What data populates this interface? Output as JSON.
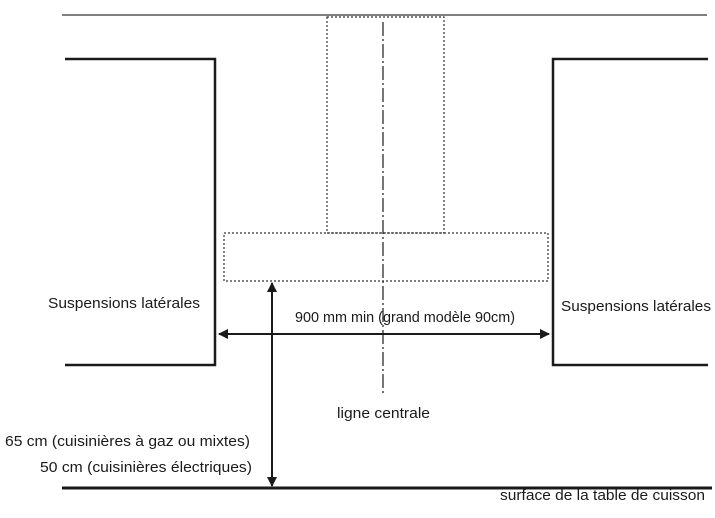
{
  "labels": {
    "left_suspension": "Suspensions latérales",
    "right_suspension": "Suspensions latérales",
    "width_dimension": "900 mm min (grand modèle 90cm)",
    "centerline": "ligne centrale",
    "height_gas": "65 cm (cuisinières à gaz ou mixtes)",
    "height_electric": "50 cm (cuisinières électriques)",
    "cooktop_surface": "surface de la table de cuisson"
  },
  "colors": {
    "line": "#1a1a1a",
    "ceiling": "#555555",
    "dotted": "#333333"
  }
}
